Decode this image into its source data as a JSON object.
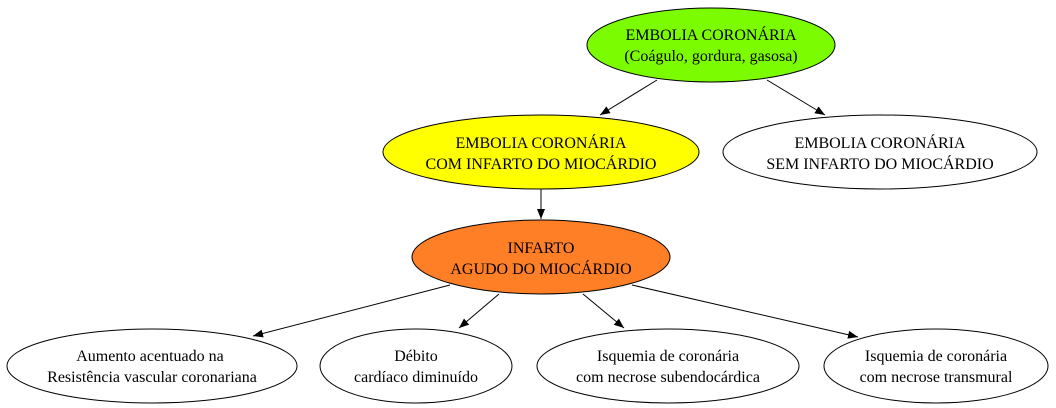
{
  "colors": {
    "root": "#7cfc00",
    "with_infarct": "#ffff00",
    "acute_infarct": "#ff7f27",
    "default": "#ffffff",
    "stroke": "#000000"
  },
  "nodes": {
    "root": {
      "line1": "EMBOLIA CORONÁRIA",
      "line2": "(Coágulo, gordura, gasosa)"
    },
    "with_infarct": {
      "line1": "EMBOLIA CORONÁRIA",
      "line2": "COM INFARTO DO MIOCÁRDIO"
    },
    "without_infarct": {
      "line1": "EMBOLIA CORONÁRIA",
      "line2": "SEM INFARTO DO MIOCÁRDIO"
    },
    "acute_infarct": {
      "line1": "INFARTO",
      "line2": "AGUDO DO MIOCÁRDIO"
    },
    "resistance": {
      "line1": "Aumento acentuado na",
      "line2": "Resistência vascular coronariana"
    },
    "cardiac_output": {
      "line1": "Débito",
      "line2": "cardíaco diminuído"
    },
    "subendocardial": {
      "line1": "Isquemia de coronária",
      "line2": "com necrose subendocárdica"
    },
    "transmural": {
      "line1": "Isquemia de coronária",
      "line2": "com necrose transmural"
    }
  },
  "edges": [
    {
      "from": "root",
      "to": "with_infarct"
    },
    {
      "from": "root",
      "to": "without_infarct"
    },
    {
      "from": "with_infarct",
      "to": "acute_infarct"
    },
    {
      "from": "acute_infarct",
      "to": "resistance"
    },
    {
      "from": "acute_infarct",
      "to": "cardiac_output"
    },
    {
      "from": "acute_infarct",
      "to": "subendocardial"
    },
    {
      "from": "acute_infarct",
      "to": "transmural"
    }
  ]
}
